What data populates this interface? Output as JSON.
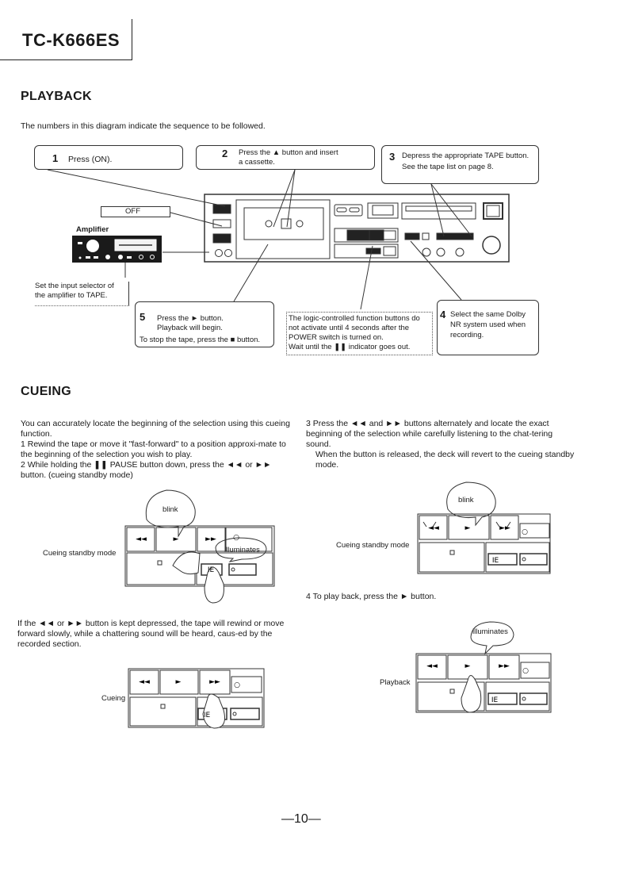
{
  "header": {
    "model": "TC-K666ES"
  },
  "playback": {
    "title": "PLAYBACK",
    "intro": "The numbers in this diagram indicate the sequence to be followed.",
    "step1": {
      "num": "1",
      "text": "Press (ON)."
    },
    "step2": {
      "num": "2",
      "line1": "Press the ▲ button and insert",
      "line2": "a cassette."
    },
    "step3": {
      "num": "3",
      "line1": "Depress the appropriate TAPE button.",
      "line2": "See the tape list on page 8."
    },
    "off_label": "OFF",
    "amplifier_label": "Amplifier",
    "amp_note": {
      "line1": "Set the input selector of",
      "line2": "the amplifier to TAPE."
    },
    "step5": {
      "num": "5",
      "line1": "Press the ► button.",
      "line2": "Playback will begin.",
      "line3": "To stop the tape, press the ■ button."
    },
    "logic_note": {
      "line1": "The logic-controlled function buttons do",
      "line2": "not activate until 4 seconds after the",
      "line3": "POWER switch is turned on.",
      "line4": "Wait until the ❚❚ indicator goes out."
    },
    "step4": {
      "num": "4",
      "line1": "Select the same Dolby",
      "line2": "NR system used when",
      "line3": "recording."
    }
  },
  "cueing": {
    "title": "CUEING",
    "intro": "You can accurately locate the beginning of the selection using this cueing function.",
    "item1": "1  Rewind the tape or move it \"fast-forward\" to a position approxi-mate to the beginning of the selection you wish to play.",
    "item2": "2  While holding the ❚❚ PAUSE button down, press the ◄◄ or ►► button. (cueing standby mode)",
    "item3": "3  Press the ◄◄ and ►► buttons alternately and locate the exact beginning of the selection while carefully listening to the chat-tering sound.",
    "item3b": "When the button is released, the deck will revert to the cueing standby mode.",
    "item4": "4  To play back, press the ► button.",
    "note": "If the ◄◄ or ►► button is kept depressed, the tape will rewind or move forward slowly, while a chattering sound will be heard, caus-ed by the recorded section.",
    "fig1_label": "Cueing standby mode",
    "fig2_label": "Cueing standby mode",
    "fig3_label": "Cueing",
    "fig4_label": "Playback",
    "blink": "blink",
    "illuminates": "illuminates"
  },
  "footer": {
    "page": "—10—"
  }
}
